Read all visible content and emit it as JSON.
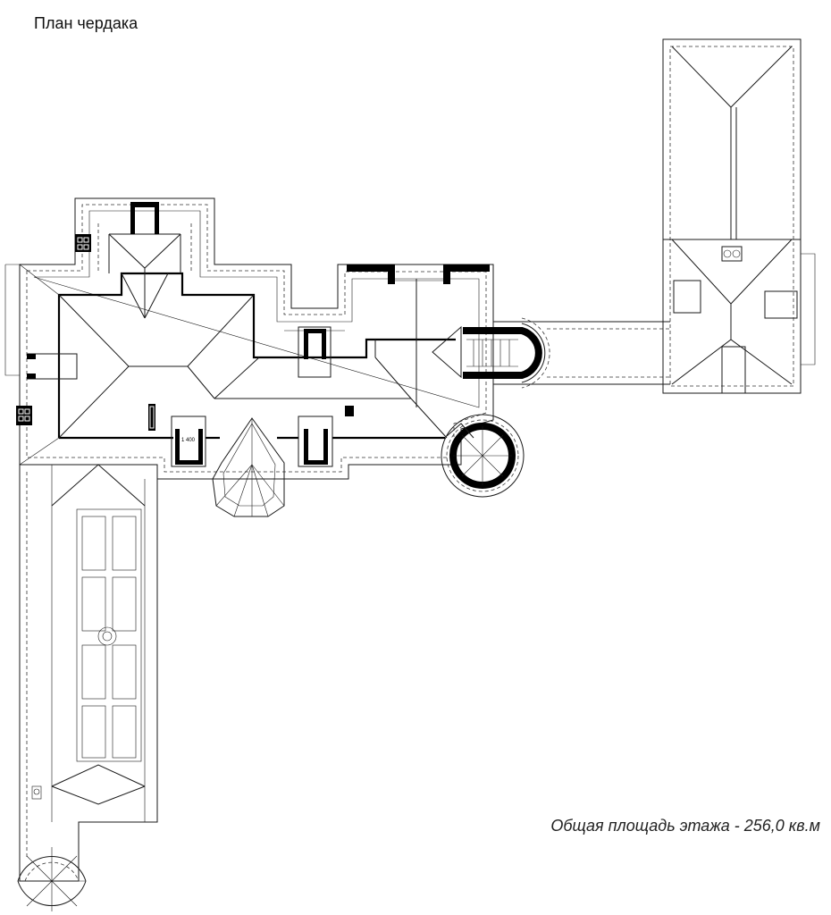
{
  "title": "План чердака",
  "area_note": "Общая площадь этажа - 256,0 кв.м",
  "dimension_label": "1 400"
}
